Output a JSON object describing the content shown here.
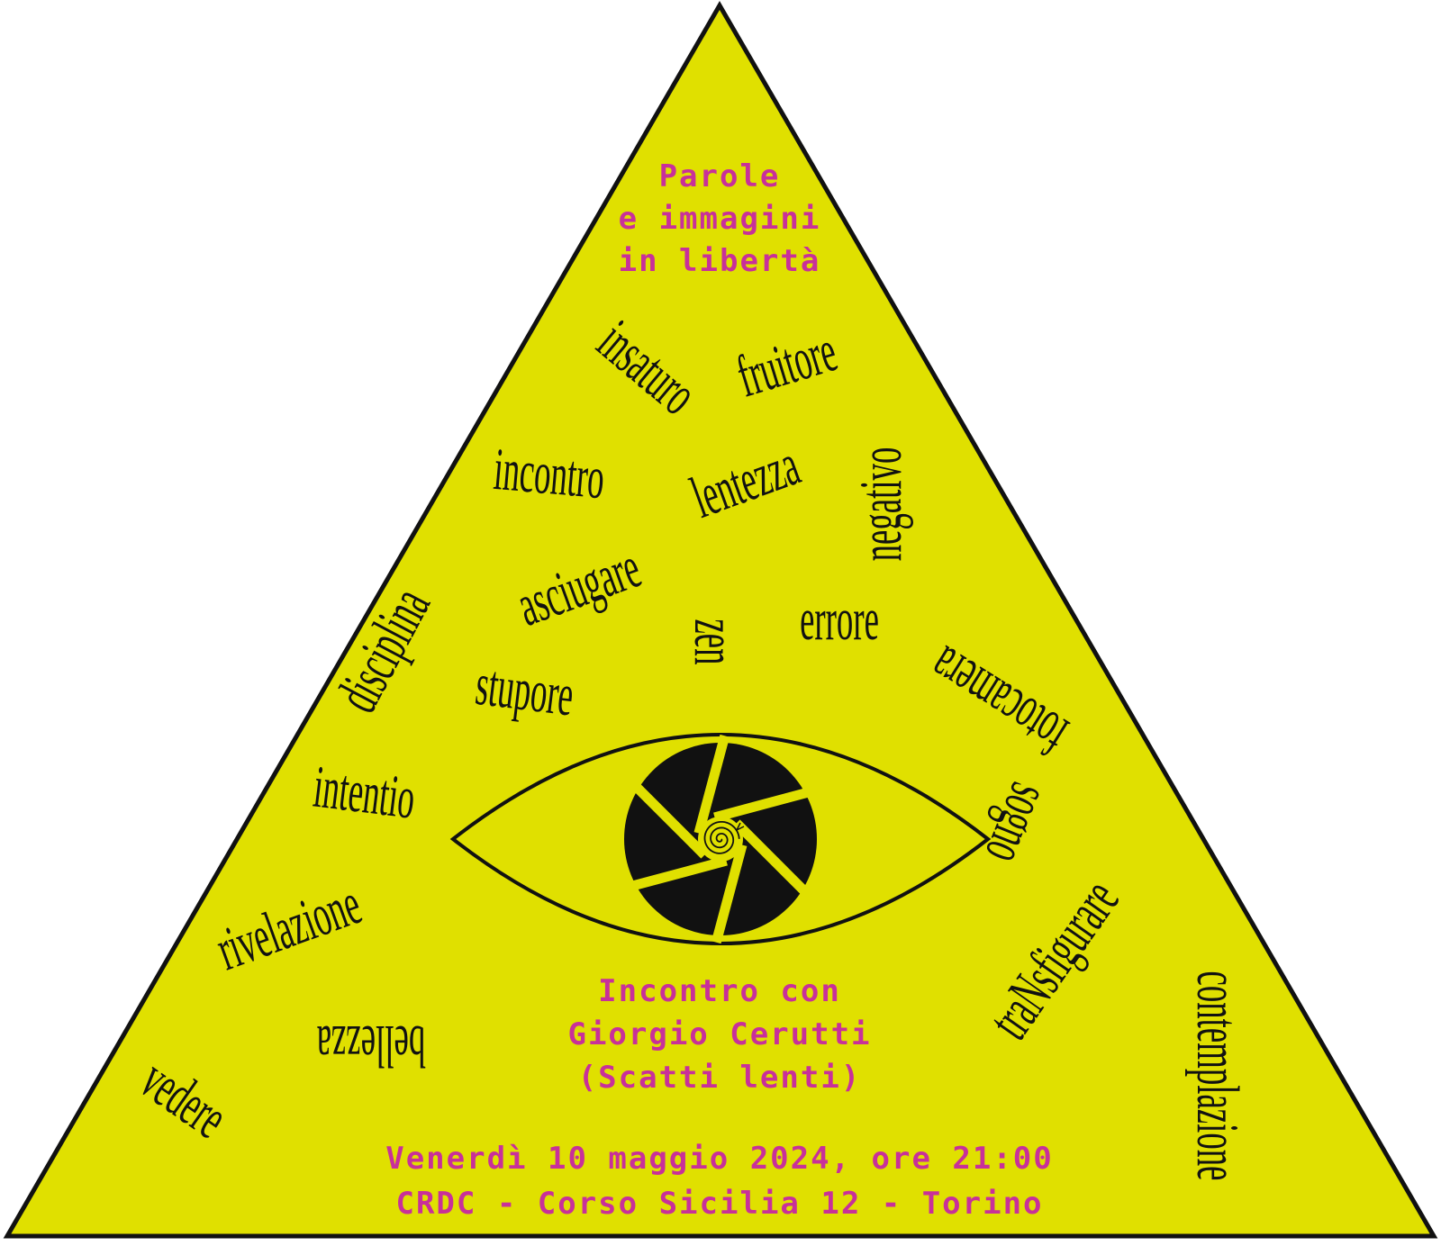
{
  "colors": {
    "background": "#e0e000",
    "title": "#c8309a",
    "words": "#111111",
    "outline": "#111111"
  },
  "title": {
    "line1": "Parole",
    "line2": "e immagini",
    "line3": "in libertà"
  },
  "words": {
    "insaturo": "insaturo",
    "fruitore": "fruitore",
    "incontro": "incontro",
    "lentezza": "lentezza",
    "negativo": "negativo",
    "asciugare": "asciugare",
    "disciplina": "disciplina",
    "zen": "zen",
    "errore": "errore",
    "fotocamera": "fotocamera",
    "stupore": "stupore",
    "intentio": "intentio",
    "sogno": "sogno",
    "rivelazione": "rivelazione",
    "transfigurare": "traNsfigurare",
    "contemplazione": "contemplazione",
    "bellezza": "bellezza",
    "vedere": "vedere"
  },
  "event": {
    "line1": "Incontro con",
    "line2": "Giorgio Cerutti",
    "line3": "(Scatti lenti)"
  },
  "info": {
    "date": "Venerdì 10 maggio 2024, ore 21:00",
    "place": "CRDC - Corso Sicilia 12 - Torino"
  },
  "emblem": {
    "center_icon": "snail-spiral-icon",
    "eye_icon": "eye-icon",
    "aperture_icon": "camera-aperture-icon"
  }
}
